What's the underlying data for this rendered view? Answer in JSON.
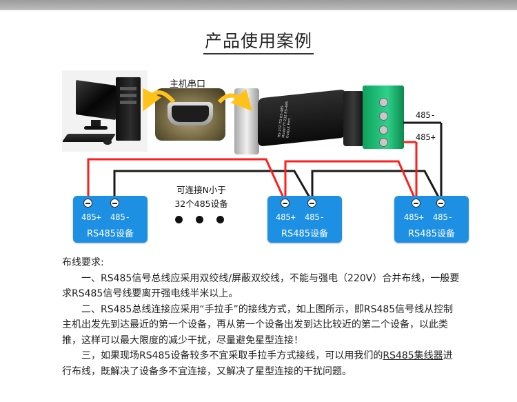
{
  "title": "产品使用案例",
  "port_label": "主机串口",
  "converter_text": "RS-232 TO RS-485 Model:YT-232 RS-485 Output Port",
  "wire_labels": {
    "minus": "485-",
    "plus": "485+"
  },
  "devices": [
    {
      "pin_plus": "485+",
      "pin_minus": "485-",
      "name": "RS485设备"
    },
    {
      "pin_plus": "485+",
      "pin_minus": "485-",
      "name": "RS485设备"
    },
    {
      "pin_plus": "485+",
      "pin_minus": "485-",
      "name": "RS485设备"
    }
  ],
  "note": {
    "line1": "可连接N小于",
    "line2": "32个485设备"
  },
  "colors": {
    "red_wire": "#ff1e1e",
    "black_wire": "#1a1a1a",
    "device_blue": "#1e90e4"
  },
  "text": {
    "heading": "布线要求:",
    "p1": "一、RS485信号总线应采用双绞线/屏蔽双绞线，不能与强电（220V）合并布线，一般要求RS485信号线要离开强电线半米以上。",
    "p2": "二、RS485总线连接应采用“手拉手”的接线方式，如上图所示，即RS485信号线从控制主机出发先到达最近的第一个设备，再从第一个设备出发到达比较近的第二个设备，以此类推，这样可以最大限度的减少干扰，尽量避免星型连接！",
    "p3_a": "三，如果现场RS485设备较多不宜采取手拉手方式接线，可以用我们的",
    "p3_link": "RS485集线器",
    "p3_b": "进行布线，既解决了设备多不宜连接，又解决了星型连接的干扰问题。"
  }
}
